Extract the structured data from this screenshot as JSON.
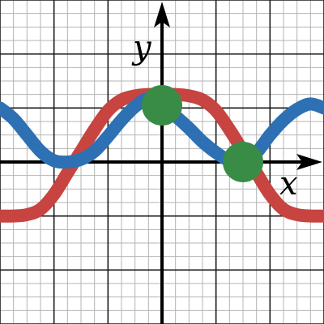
{
  "chart_data": {
    "type": "line",
    "title": "",
    "xlabel": "x",
    "ylabel": "y",
    "xlim": [
      -6,
      6
    ],
    "ylim": [
      -6,
      6
    ],
    "grid": true,
    "minor_step": 0.5,
    "major_step": 2,
    "colors": {
      "minor_grid": "#b4b4b4",
      "major_grid": "#1a1a1a",
      "axes": "#000000",
      "curve_red": "#c74440",
      "curve_blue": "#2d70b3",
      "points": "#388c46"
    },
    "series": [
      {
        "color_name": "red",
        "x": [
          -6,
          -5.5,
          -5,
          -4.5,
          -4,
          -3.5,
          -3,
          -2.5,
          -2,
          -1.5,
          -1,
          -0.5,
          0,
          0.5,
          1,
          1.5,
          2,
          2.5,
          3,
          3.5,
          4,
          4.5,
          5,
          5.5,
          6
        ],
        "y": [
          -2,
          -2,
          -1.95,
          -1.75,
          -1.2,
          -0.4,
          0.4,
          1.2,
          1.9,
          2.3,
          2.45,
          2.5,
          2.5,
          2.5,
          2.45,
          2.3,
          1.9,
          1.2,
          0.4,
          -0.4,
          -1.2,
          -1.75,
          -1.95,
          -2,
          -2
        ]
      },
      {
        "color_name": "blue",
        "x": [
          -6,
          -5.5,
          -5,
          -4.5,
          -4,
          -3.5,
          -3,
          -2.5,
          -2,
          -1.5,
          -1,
          -0.5,
          0,
          0.5,
          1,
          1.5,
          2,
          2.5,
          3,
          3.5,
          4,
          4.5,
          5,
          5.5,
          6
        ],
        "y": [
          2,
          1.6,
          1.0,
          0.4,
          0.05,
          0,
          0.1,
          0.4,
          0.95,
          1.55,
          2.05,
          2.35,
          2.1,
          1.7,
          1.25,
          0.75,
          0.35,
          0.05,
          0,
          0.35,
          1.0,
          1.55,
          1.95,
          2.15,
          2
        ]
      }
    ],
    "points": [
      {
        "x": 0,
        "y": 2.1
      },
      {
        "x": 3,
        "y": 0
      }
    ]
  }
}
